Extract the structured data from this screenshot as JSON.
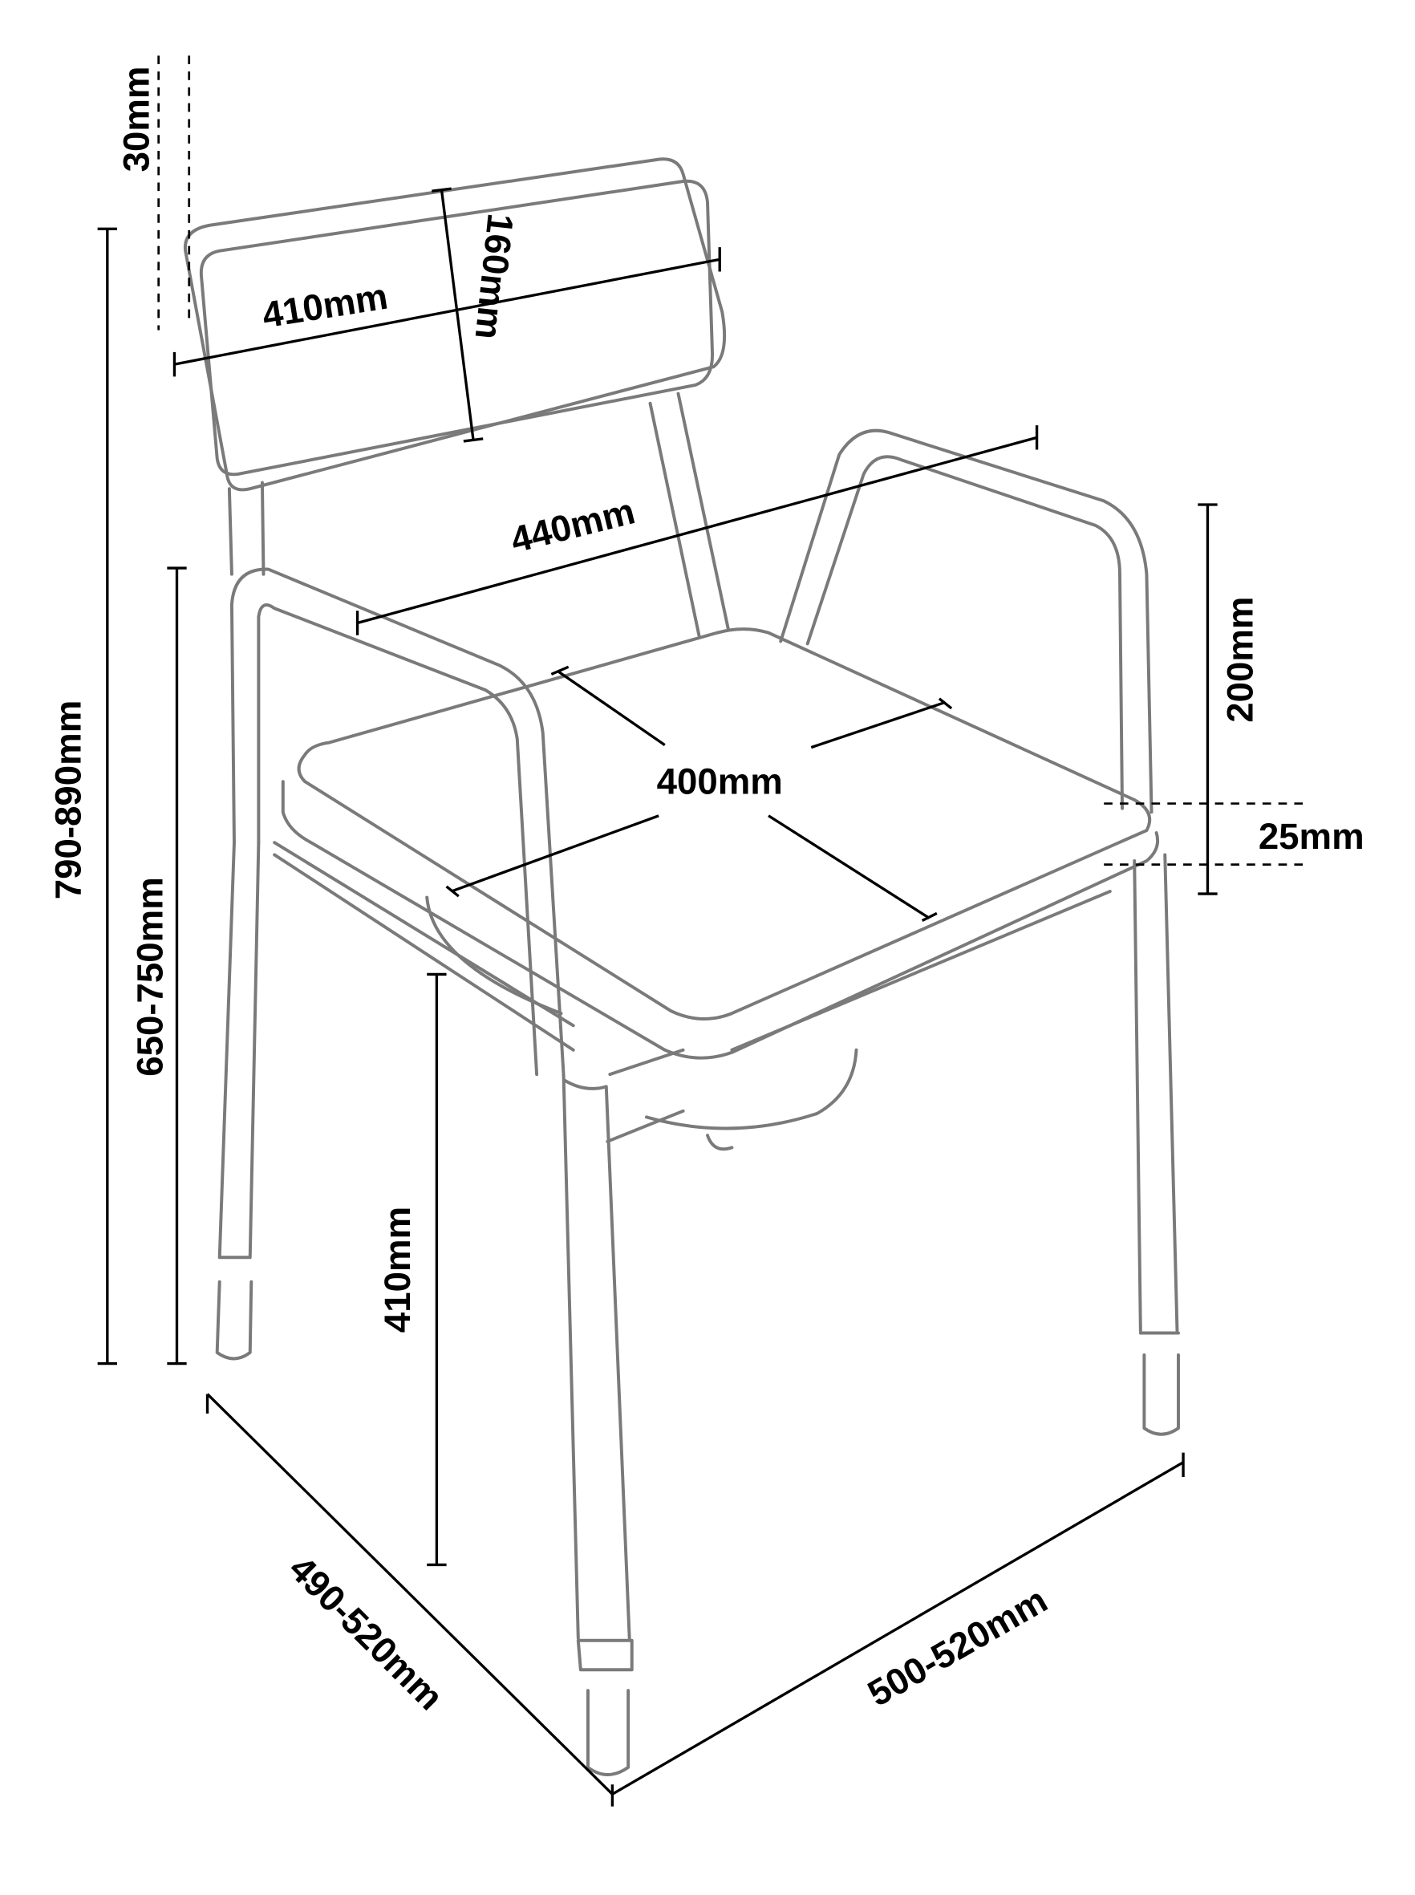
{
  "labels": {
    "backrest_offset": "30mm",
    "backrest_width": "410mm",
    "backrest_height": "160mm",
    "overall_height": "790-890mm",
    "armrest_height": "650-750mm",
    "seat_height": "410mm",
    "arm_width": "440mm",
    "seat_width": "400mm",
    "arm_above_seat": "200mm",
    "seat_thickness": "25mm",
    "depth": "490-520mm",
    "width": "500-520mm"
  },
  "colors": {
    "outline": "#7a7a7a",
    "dimension": "#000000"
  }
}
